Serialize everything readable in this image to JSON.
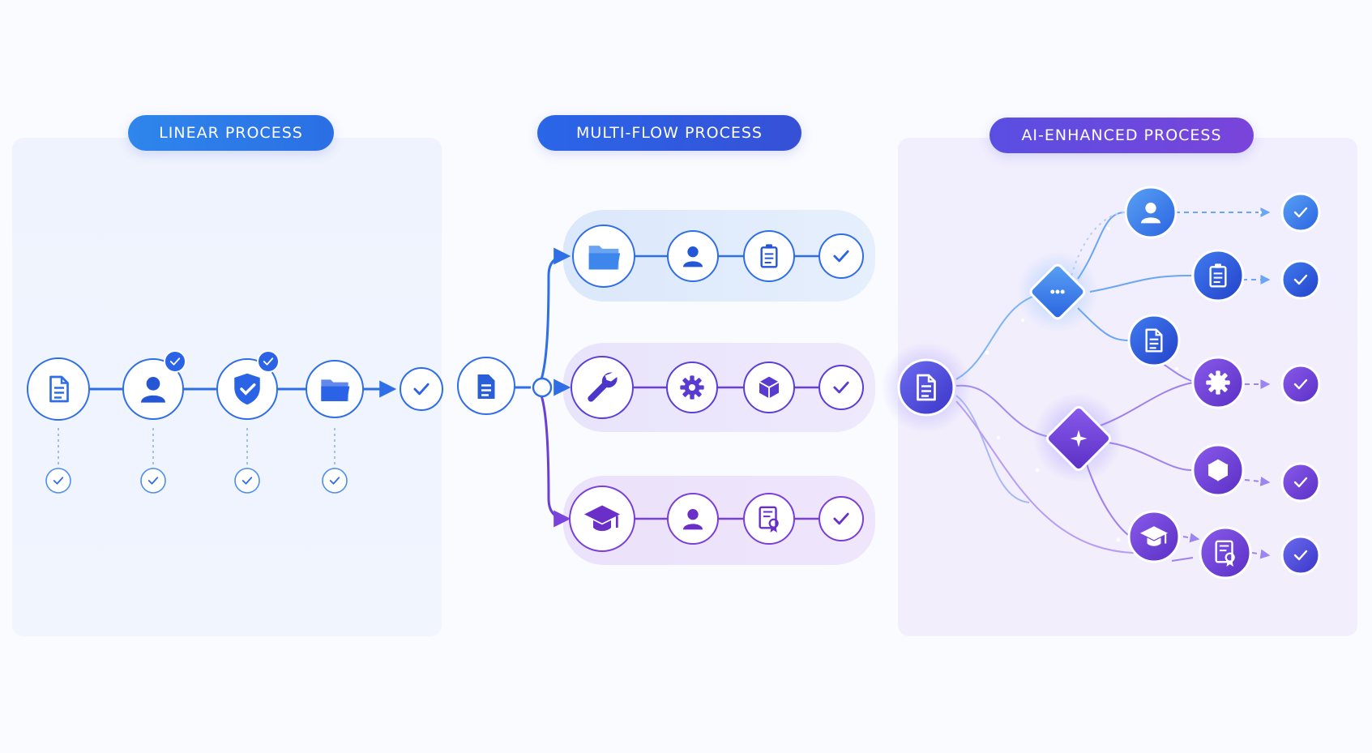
{
  "sections": [
    {
      "title": "LINEAR PROCESS",
      "color_from": "#2b7de9",
      "color_to": "#2468e0"
    },
    {
      "title": "MULTI-FLOW PROCESS",
      "color_from": "#2a63e6",
      "color_to": "#3b4fd8"
    },
    {
      "title": "AI-ENHANCED PROCESS",
      "color_from": "#5b4ee0",
      "color_to": "#7b45dc"
    }
  ],
  "linear": {
    "steps": [
      {
        "icon": "document-icon",
        "checked": false,
        "sub_check": true
      },
      {
        "icon": "user-icon",
        "checked": true,
        "sub_check": true
      },
      {
        "icon": "shield-check-icon",
        "checked": true,
        "sub_check": true
      },
      {
        "icon": "folder-icon",
        "checked": false,
        "sub_check": true
      },
      {
        "icon": "check-icon",
        "checked": false,
        "sub_check": false
      }
    ]
  },
  "multi_flow": {
    "source_icon": "document-icon",
    "lanes": [
      {
        "icons": [
          "folder-icon",
          "user-icon",
          "clipboard-icon",
          "check-icon"
        ],
        "accent": "#2f6ee6"
      },
      {
        "icons": [
          "wrench-icon",
          "gear-icon",
          "cube-icon",
          "check-icon"
        ],
        "accent": "#6a3fd6"
      },
      {
        "icons": [
          "graduation-cap-icon",
          "user-icon",
          "certificate-icon",
          "check-icon"
        ],
        "accent": "#7a3fd8"
      }
    ]
  },
  "ai_enhanced": {
    "source_icon": "document-icon",
    "hubs": [
      "dots-diamond-icon",
      "sparkle-diamond-icon"
    ],
    "outputs": [
      {
        "icon": "user-icon",
        "result": "check-icon"
      },
      {
        "icon": "clipboard-icon",
        "result": "check-icon"
      },
      {
        "icon": "document-icon",
        "result": ""
      },
      {
        "icon": "gear-icon",
        "result": "check-icon"
      },
      {
        "icon": "cube-icon",
        "result": "check-icon"
      },
      {
        "icon": "graduation-cap-icon",
        "result": ""
      },
      {
        "icon": "certificate-icon",
        "result": "check-icon"
      }
    ]
  }
}
